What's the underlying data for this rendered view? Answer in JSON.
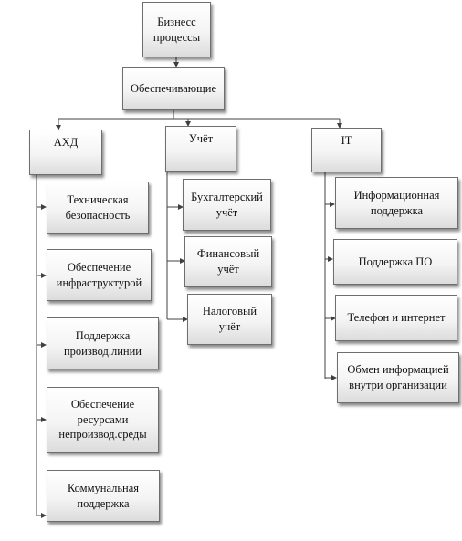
{
  "root": {
    "lines": [
      "Бизнесс",
      "процессы"
    ]
  },
  "level1": {
    "lines": [
      "Обеспечивающие"
    ]
  },
  "categories": {
    "axd": {
      "label": "АХД",
      "children": [
        [
          "Техническая",
          "безопасность"
        ],
        [
          "Обеспечение",
          "инфраструктурой"
        ],
        [
          "Поддержка",
          "производ.линии"
        ],
        [
          "Обеспечение",
          "ресурсами",
          "непроизвод.среды"
        ],
        [
          "Коммунальная",
          "поддержка"
        ]
      ]
    },
    "accounting": {
      "label": "Учёт",
      "children": [
        [
          "Бухгалтерский",
          "учёт"
        ],
        [
          "Финансовый",
          "учёт"
        ],
        [
          "Налоговый",
          "учёт"
        ]
      ]
    },
    "it": {
      "label": "IT",
      "children": [
        [
          "Информационная",
          "поддержка"
        ],
        [
          "Поддержка ПО"
        ],
        [
          "Телефон и интернет"
        ],
        [
          "Обмен информацией",
          "внутри организации"
        ]
      ]
    }
  },
  "colors": {
    "line": "#404040",
    "border": "#6e6e6e",
    "fill_top": "#ffffff",
    "fill_bottom": "#dcdcdc"
  }
}
